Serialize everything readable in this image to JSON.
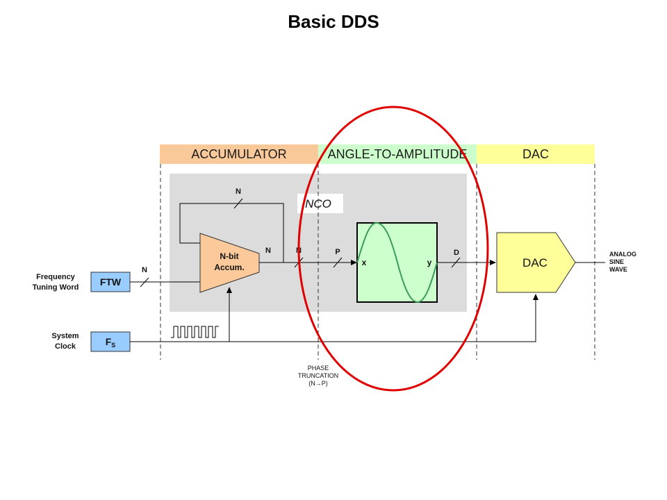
{
  "title": "Basic DDS",
  "sections": {
    "accumulator": "ACCUMULATOR",
    "angle_to_amplitude": "ANGLE-TO-AMPLITUDE",
    "dac": "DAC"
  },
  "nco_label": "NCO",
  "inputs": {
    "frequency_tuning_word": [
      "Frequency",
      "Tuning Word"
    ],
    "ftw_box": "FTW",
    "system_clock": [
      "System",
      "Clock"
    ],
    "fs_box": "F",
    "fs_sub": "S"
  },
  "accumulator_block": [
    "N-bit",
    "Accum."
  ],
  "bus_labels": {
    "input_width": "N",
    "feedback_width": "N",
    "accum_out_width": "N",
    "truncation_in_width": "N",
    "phase_width": "P",
    "dac_in_width": "D"
  },
  "lut": {
    "x_label": "x",
    "y_label": "y"
  },
  "dac_block": "DAC",
  "output": [
    "ANALOG",
    "SINE",
    "WAVE"
  ],
  "phase_truncation": [
    "PHASE",
    "TRUNCATION",
    "(N→P)"
  ],
  "colors": {
    "accumulator_header": "#f9c99a",
    "angle_header": "#ccffcc",
    "dac_header": "#ffff99",
    "nco_panel": "#dcdcdc",
    "input_box": "#99ccff",
    "accum_block": "#fbc99a",
    "lut_fill": "#ccffcc",
    "sine_curve": "#3a9a5a",
    "dac_fill": "#ffff99",
    "highlight_ellipse": "#e00000"
  }
}
